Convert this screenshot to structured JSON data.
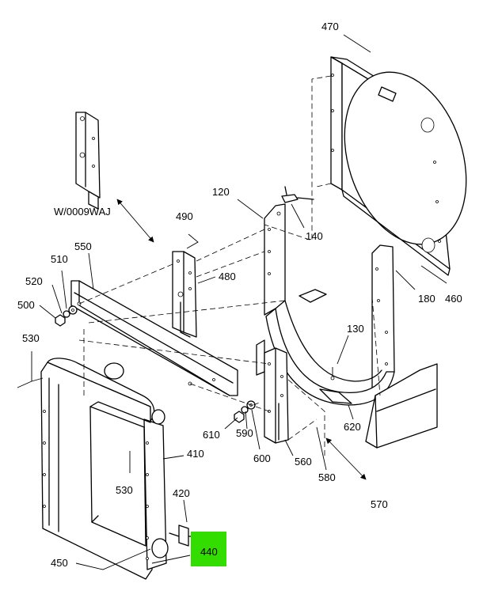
{
  "labels": {
    "l470": "470",
    "l120": "120",
    "l140": "140",
    "lref": "W/0009WAJ",
    "l490": "490",
    "l480": "480",
    "l550": "550",
    "l510": "510",
    "l520": "520",
    "l500": "500",
    "l530a": "530",
    "l530b": "530",
    "l460": "460",
    "l180": "180",
    "l130": "130",
    "l620": "620",
    "l610": "610",
    "l590": "590",
    "l600": "600",
    "l560": "560",
    "l580": "580",
    "l570": "570",
    "l410": "410",
    "l420": "420",
    "l440": "440",
    "l450": "450"
  },
  "highlight": {
    "part": "440",
    "color": "#33dd00"
  }
}
